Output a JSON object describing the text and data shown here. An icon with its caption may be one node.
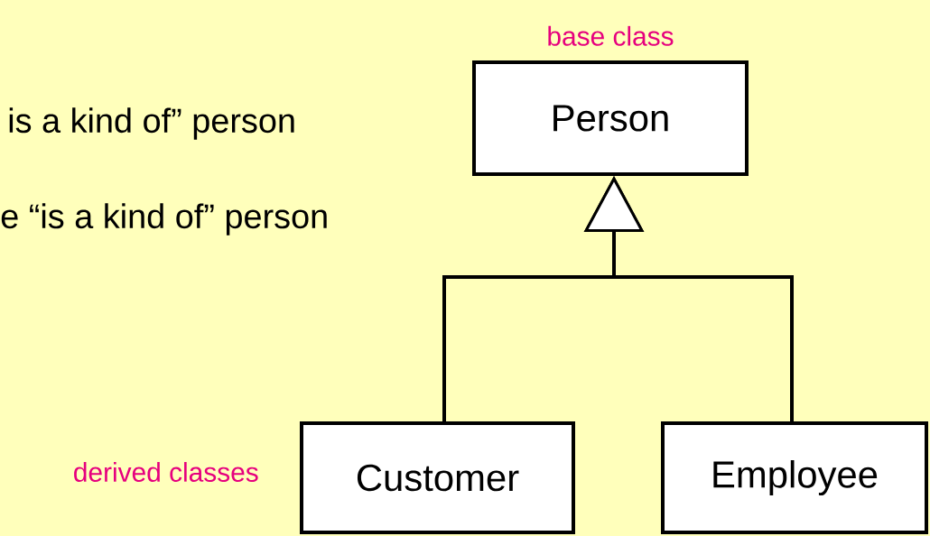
{
  "diagram": {
    "nodes": [
      {
        "text": [
          "Person"
        ],
        "beside": [
          "base class"
        ]
      },
      {
        "text": [
          "Customer"
        ]
      },
      {
        "text": [
          "Employee"
        ]
      }
    ],
    "edges": [
      {
        "from": 1,
        "to": 0,
        "arrow": "to"
      },
      {
        "from": 2,
        "to": 0,
        "arrow": "to"
      }
    ],
    "labels": [
      "is a kind of” person",
      "e “is a kind of” person",
      "derived classes"
    ]
  }
}
